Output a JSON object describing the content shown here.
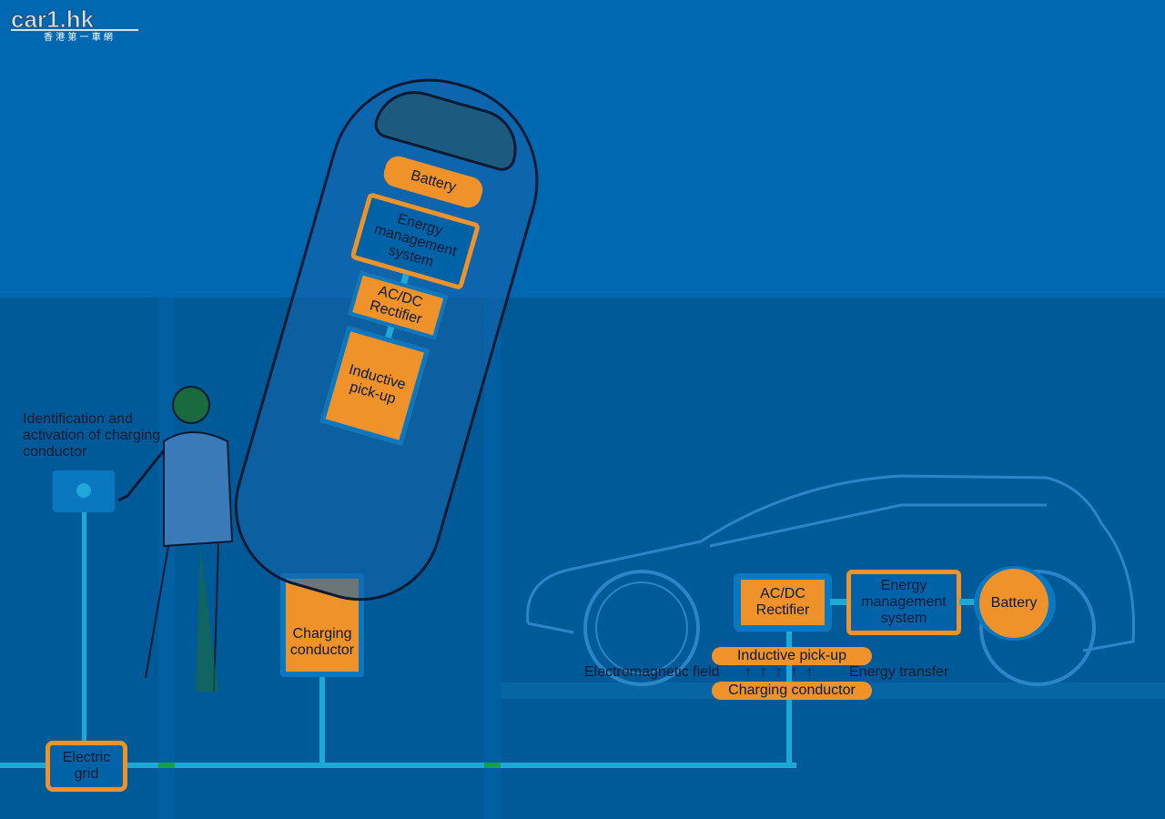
{
  "logo": {
    "text": "car1.hk",
    "subtext": "香港第一車網"
  },
  "left": {
    "identification_label": "Identification and activation of charging conductor",
    "electric_grid": "Electric grid",
    "charging_conductor": "Charging conductor"
  },
  "tilted_car": {
    "battery": "Battery",
    "energy_management": "Energy management system",
    "rectifier": "AC/DC Rectifier",
    "inductive_pickup": "Inductive pick-up"
  },
  "side_car": {
    "rectifier": "AC/DC Rectifier",
    "energy_management": "Energy management system",
    "battery": "Battery",
    "inductive_pickup": "Inductive pick-up",
    "electromagnetic_field": "Electromagnetic field",
    "arrows": "↑  ↑  ↑  ↑  ↑",
    "energy_transfer": "Energy transfer",
    "charging_conductor": "Charging conductor"
  },
  "colors": {
    "orange": "#f0922a",
    "cyan": "#1ea8d8",
    "bg_top": "#0068b1",
    "bg_bottom": "#005a97"
  }
}
